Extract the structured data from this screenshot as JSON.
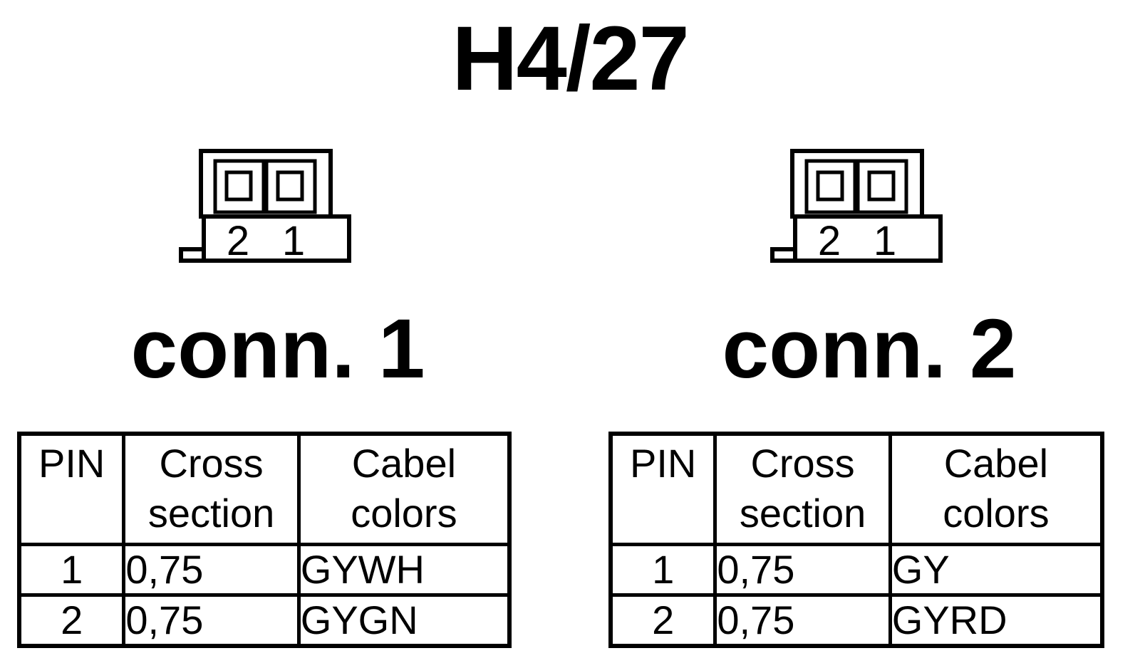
{
  "title": "H4/27",
  "connectors": [
    {
      "label": "conn. 1",
      "pin_numbers": [
        "2",
        "1"
      ],
      "table": {
        "headers": {
          "pin": "PIN",
          "cross_line1": "Cross",
          "cross_line2": "section",
          "cabel_line1": "Cabel",
          "cabel_line2": "colors"
        },
        "rows": [
          {
            "pin": "1",
            "cross_section": "0,75",
            "color": "GYWH"
          },
          {
            "pin": "2",
            "cross_section": "0,75",
            "color": "GYGN"
          }
        ]
      }
    },
    {
      "label": "conn. 2",
      "pin_numbers": [
        "2",
        "1"
      ],
      "table": {
        "headers": {
          "pin": "PIN",
          "cross_line1": "Cross",
          "cross_line2": "section",
          "cabel_line1": "Cabel",
          "cabel_line2": "colors"
        },
        "rows": [
          {
            "pin": "1",
            "cross_section": "0,75",
            "color": "GY"
          },
          {
            "pin": "2",
            "cross_section": "0,75",
            "color": "GYRD"
          }
        ]
      }
    }
  ]
}
